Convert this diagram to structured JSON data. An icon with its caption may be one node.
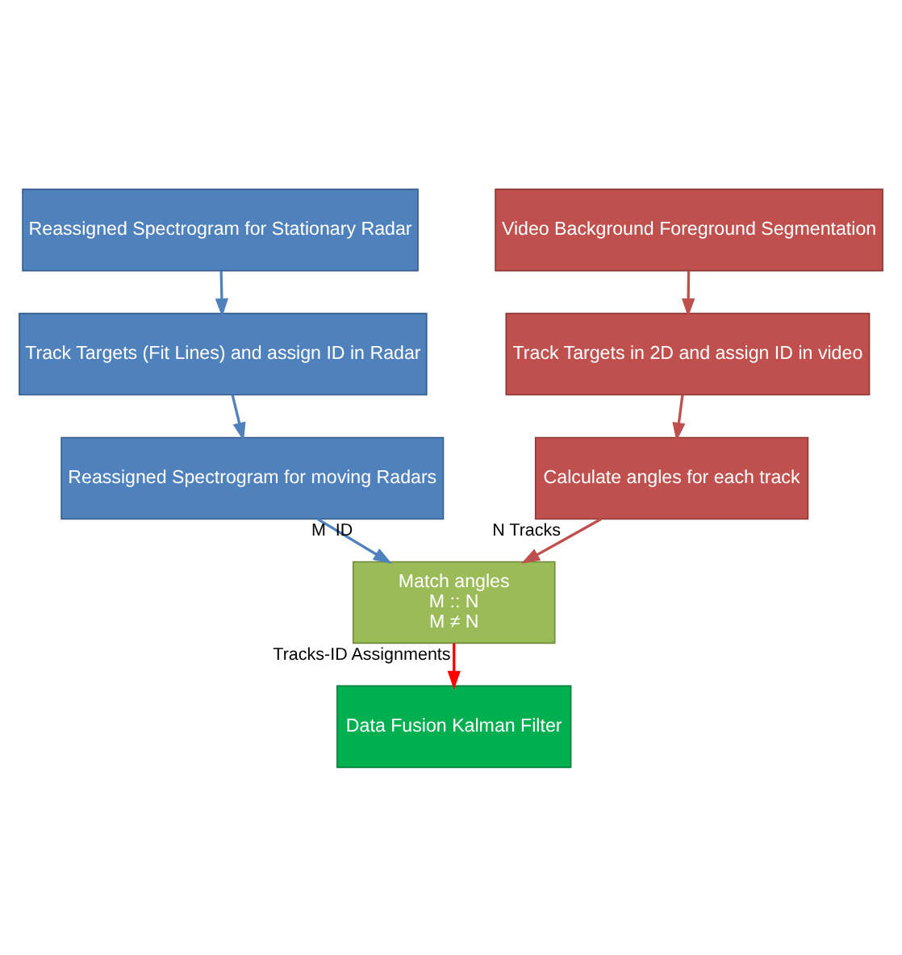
{
  "diagram": {
    "nodes": [
      {
        "text": [
          "Reassigned Spectrogram for Stationary Radar"
        ]
      },
      {
        "text": [
          "Track Targets (Fit Lines) and assign ID in Radar"
        ]
      },
      {
        "text": [
          "Reassigned Spectrogram for moving Radars"
        ]
      },
      {
        "text": [
          "Video Background Foreground Segmentation"
        ]
      },
      {
        "text": [
          "Track Targets in 2D and assign ID in video"
        ]
      },
      {
        "text": [
          "Calculate angles for each track"
        ]
      },
      {
        "text": [
          "Match angles",
          "M :: N",
          "M ≠ N"
        ]
      },
      {
        "text": [
          "Data Fusion Kalman Filter"
        ]
      }
    ],
    "edges": [
      {
        "from": 0,
        "to": 1,
        "arrow": "to",
        "color": "#4f81bd"
      },
      {
        "from": 1,
        "to": 2,
        "arrow": "to",
        "color": "#4f81bd"
      },
      {
        "from": 2,
        "to": 6,
        "arrow": "to",
        "label": "M  ID",
        "color": "#4f81bd"
      },
      {
        "from": 3,
        "to": 4,
        "arrow": "to",
        "color": "#c0504d"
      },
      {
        "from": 4,
        "to": 5,
        "arrow": "to",
        "color": "#c0504d"
      },
      {
        "from": 5,
        "to": 6,
        "arrow": "to",
        "label": "N Tracks",
        "color": "#c0504d"
      },
      {
        "from": 6,
        "to": 7,
        "arrow": "to",
        "label": "Tracks-ID Assignments",
        "color": "#ff0000"
      }
    ]
  }
}
